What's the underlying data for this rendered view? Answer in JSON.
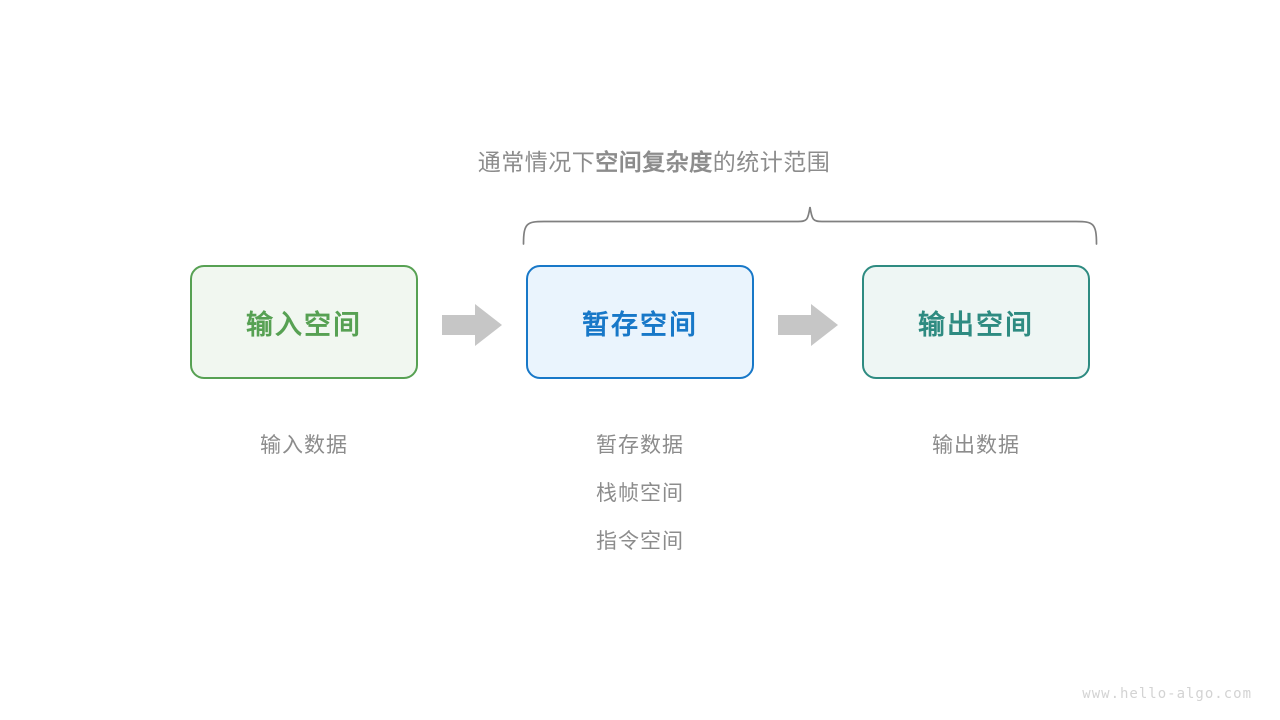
{
  "diagram": {
    "title_prefix": "通常情况下",
    "title_bold": "空间复杂度",
    "title_suffix": "的统计范围",
    "brace": {
      "label": "scope-brace",
      "color": "#808080"
    },
    "boxes": [
      {
        "id": "input",
        "label": "输入空间",
        "text_color": "#57a153",
        "border_color": "#57a153",
        "fill_color": "#f1f7f0"
      },
      {
        "id": "temp",
        "label": "暂存空间",
        "text_color": "#1878c8",
        "border_color": "#1878c8",
        "fill_color": "#eaf4fd"
      },
      {
        "id": "output",
        "label": "输出空间",
        "text_color": "#2e8b81",
        "border_color": "#2e8b81",
        "fill_color": "#eef6f4"
      }
    ],
    "arrows": [
      {
        "id": "arrow-1",
        "color": "#c6c6c6"
      },
      {
        "id": "arrow-2",
        "color": "#c6c6c6"
      }
    ],
    "captions": {
      "input": [
        "输入数据"
      ],
      "temp": [
        "暂存数据",
        "栈帧空间",
        "指令空间"
      ],
      "output": [
        "输出数据"
      ]
    },
    "caption_color": "#8c8c8c"
  },
  "watermark": {
    "text": "www.hello-algo.com",
    "color": "#d3d3d3"
  }
}
